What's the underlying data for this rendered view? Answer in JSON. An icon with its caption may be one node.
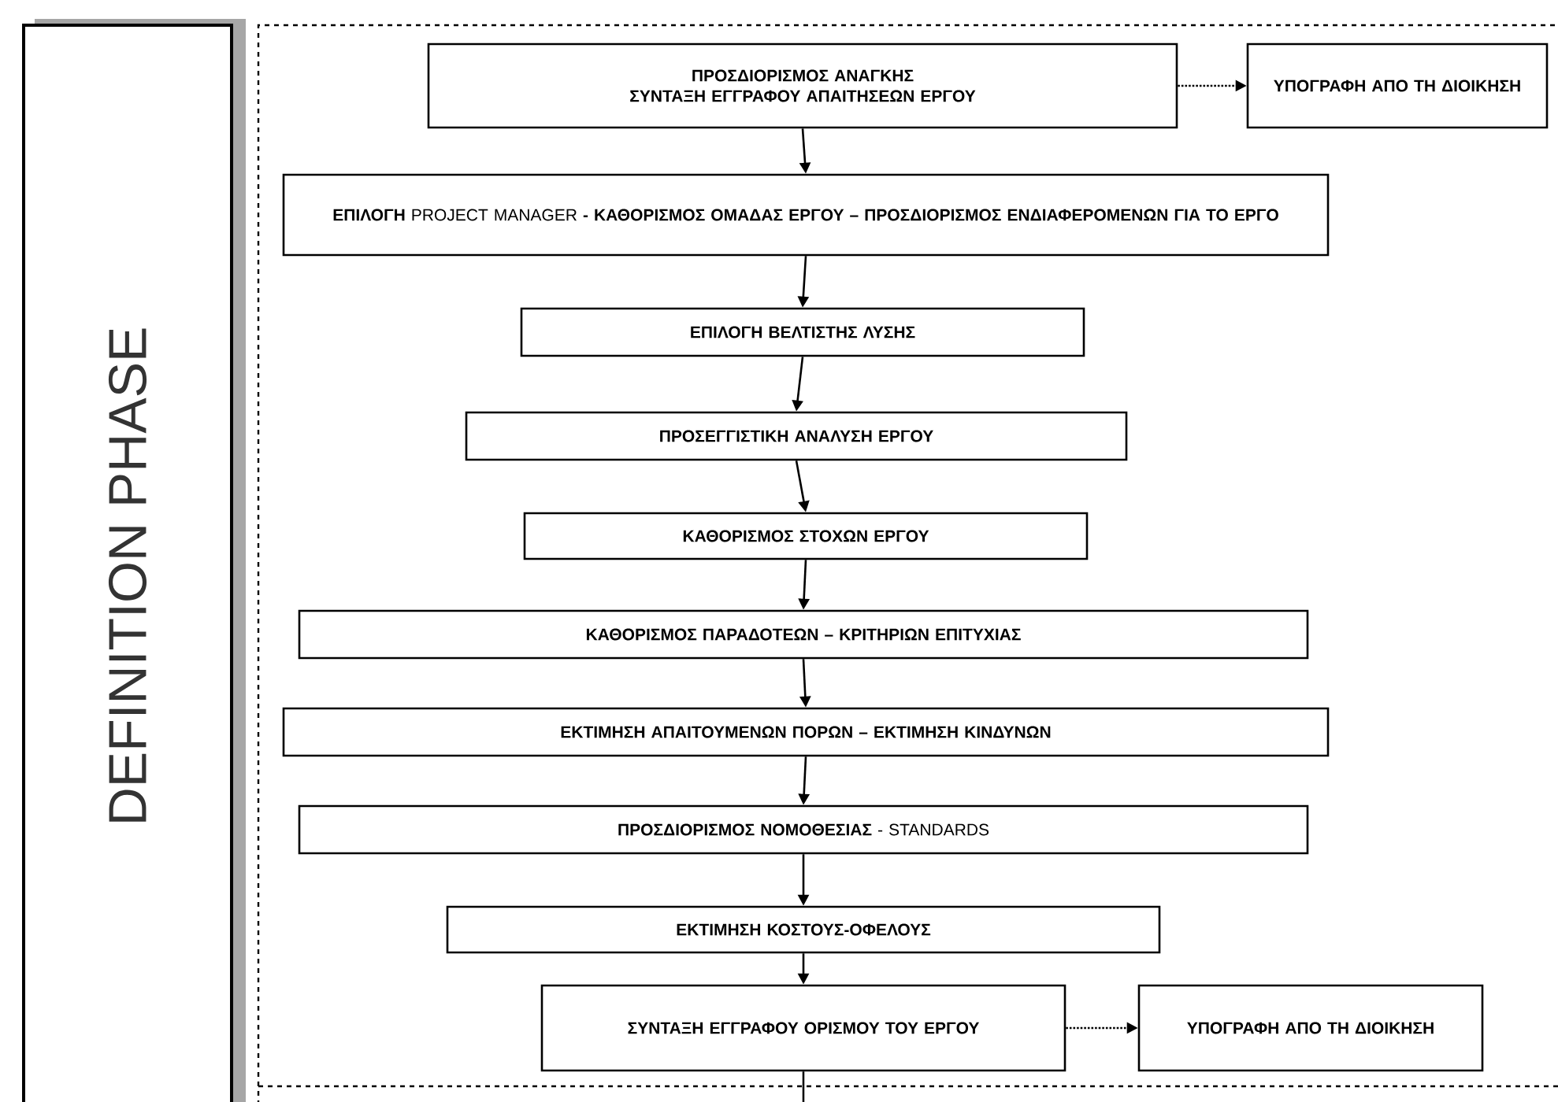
{
  "diagram": {
    "nodes": [
      {
        "text": [
          "DEFINITION PHASE"
        ]
      },
      {
        "text": [
          "ΠΡΟΣΔΙΟΡΙΣΜΟΣ ΑΝΑΓΚΗΣ",
          "ΣΥΝΤΑΞΗ ΕΓΓΡΑΦΟΥ ΑΠΑΙΤΗΣΕΩΝ ΕΡΓΟΥ"
        ]
      },
      {
        "text": [
          "ΥΠΟΓΡΑΦΗ ΑΠΟ ΤΗ ΔΙΟΙΚΗΣΗ"
        ]
      },
      {
        "text": [
          "**ΕΠΙΛΟΓΗ** PROJECT MANAGER **- ΚΑΘΟΡΙΣΜΟΣ ΟΜΑΔΑΣ ΕΡΓΟΥ – ΠΡΟΣΔΙΟΡΙΣΜΟΣ ΕΝΔΙΑΦΕΡΟΜΕΝΩΝ ΓΙΑ ΤΟ ΕΡΓΟ**"
        ]
      },
      {
        "text": [
          "ΕΠΙΛΟΓΗ ΒΕΛΤΙΣΤΗΣ ΛΥΣΗΣ"
        ]
      },
      {
        "text": [
          "ΠΡΟΣΕΓΓΙΣΤΙΚΗ ΑΝΑΛΥΣΗ ΕΡΓΟΥ"
        ]
      },
      {
        "text": [
          "ΚΑΘΟΡΙΣΜΟΣ ΣΤΟΧΩΝ ΕΡΓΟΥ"
        ]
      },
      {
        "text": [
          "ΚΑΘΟΡΙΣΜΟΣ ΠΑΡΑΔΟΤΕΩΝ – ΚΡΙΤΗΡΙΩΝ ΕΠΙΤΥΧΙΑΣ"
        ]
      },
      {
        "text": [
          "ΕΚΤΙΜΗΣΗ ΑΠΑΙΤΟΥΜΕΝΩΝ ΠΟΡΩΝ – ΕΚΤΙΜΗΣΗ ΚΙΝΔΥΝΩΝ"
        ]
      },
      {
        "text": [
          "**ΠΡΟΣΔΙΟΡΙΣΜΟΣ ΝΟΜΟΘΕΣΙΑΣ** - STANDARDS"
        ]
      },
      {
        "text": [
          "ΕΚΤΙΜΗΣΗ ΚΟΣΤΟΥΣ-ΟΦΕΛΟΥΣ"
        ]
      },
      {
        "text": [
          "ΣΥΝΤΑΞΗ ΕΓΓΡΑΦΟΥ ΟΡΙΣΜΟΥ ΤΟΥ ΕΡΓΟΥ"
        ]
      },
      {
        "text": [
          "ΥΠΟΓΡΑΦΗ ΑΠΟ ΤΗ ΔΙΟΙΚΗΣΗ"
        ]
      }
    ],
    "edges": [
      {
        "from": 1,
        "to": 2,
        "arrow": "to",
        "style": "dashed"
      },
      {
        "from": 1,
        "to": 3,
        "arrow": "to"
      },
      {
        "from": 3,
        "to": 4,
        "arrow": "to"
      },
      {
        "from": 4,
        "to": 5,
        "arrow": "to"
      },
      {
        "from": 5,
        "to": 6,
        "arrow": "to"
      },
      {
        "from": 6,
        "to": 7,
        "arrow": "to"
      },
      {
        "from": 7,
        "to": 8,
        "arrow": "to"
      },
      {
        "from": 8,
        "to": 9,
        "arrow": "to"
      },
      {
        "from": 9,
        "to": 10,
        "arrow": "to"
      },
      {
        "from": 10,
        "to": 11,
        "arrow": "to"
      },
      {
        "from": 11,
        "to": 12,
        "arrow": "to",
        "style": "dashed"
      },
      {
        "from": 11,
        "to": null,
        "arrow": "none"
      }
    ]
  }
}
